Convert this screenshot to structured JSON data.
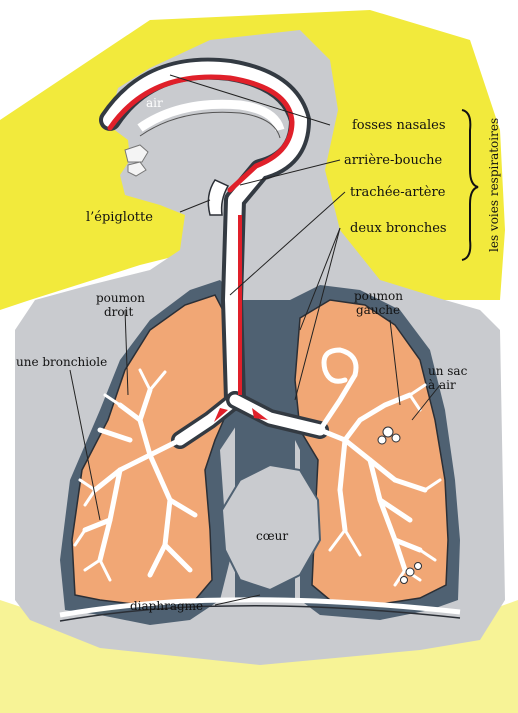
{
  "colors": {
    "background": "#ffffff",
    "skin_yellow": "#f2ea3c",
    "body_gray": "#c9cbcf",
    "pleura_blue": "#4f6172",
    "lung_orange": "#f1a775",
    "bronchi_white": "#ffffff",
    "airflow_red": "#e0202a",
    "dark_outline": "#2b2f36"
  },
  "labels": {
    "air": "air",
    "fosses_nasales": "fosses nasales",
    "arriere_bouche": "arrière-bouche",
    "trachee_artere": "trachée-artère",
    "deux_bronches": "deux bronches",
    "epiglotte": "l’épiglotte",
    "poumon_droit_1": "poumon",
    "poumon_droit_2": "droit",
    "poumon_gauche_1": "poumon",
    "poumon_gauche_2": "gauche",
    "bronchiole": "une bronchiole",
    "sac_air_1": "un sac",
    "sac_air_2": "à air",
    "coeur": "cœur",
    "diaphragme": "diaphragme",
    "voies_respiratoires": "les voies respiratoires"
  }
}
